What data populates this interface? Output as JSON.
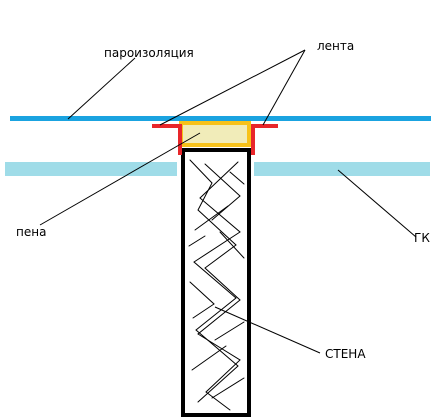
{
  "labels": {
    "vapor_barrier": "пароизоляция",
    "tape": "лента",
    "foam": "пена",
    "drywall": "ГК",
    "wall": "СТЕНА"
  },
  "colors": {
    "vapor_barrier": "#1aa3e0",
    "drywall": "#9fdce8",
    "foam_fill": "#f1ecb9",
    "foam_border": "#f7c21a",
    "tape": "#e8262a",
    "wall_border": "#000000",
    "leader_line": "#000000"
  }
}
